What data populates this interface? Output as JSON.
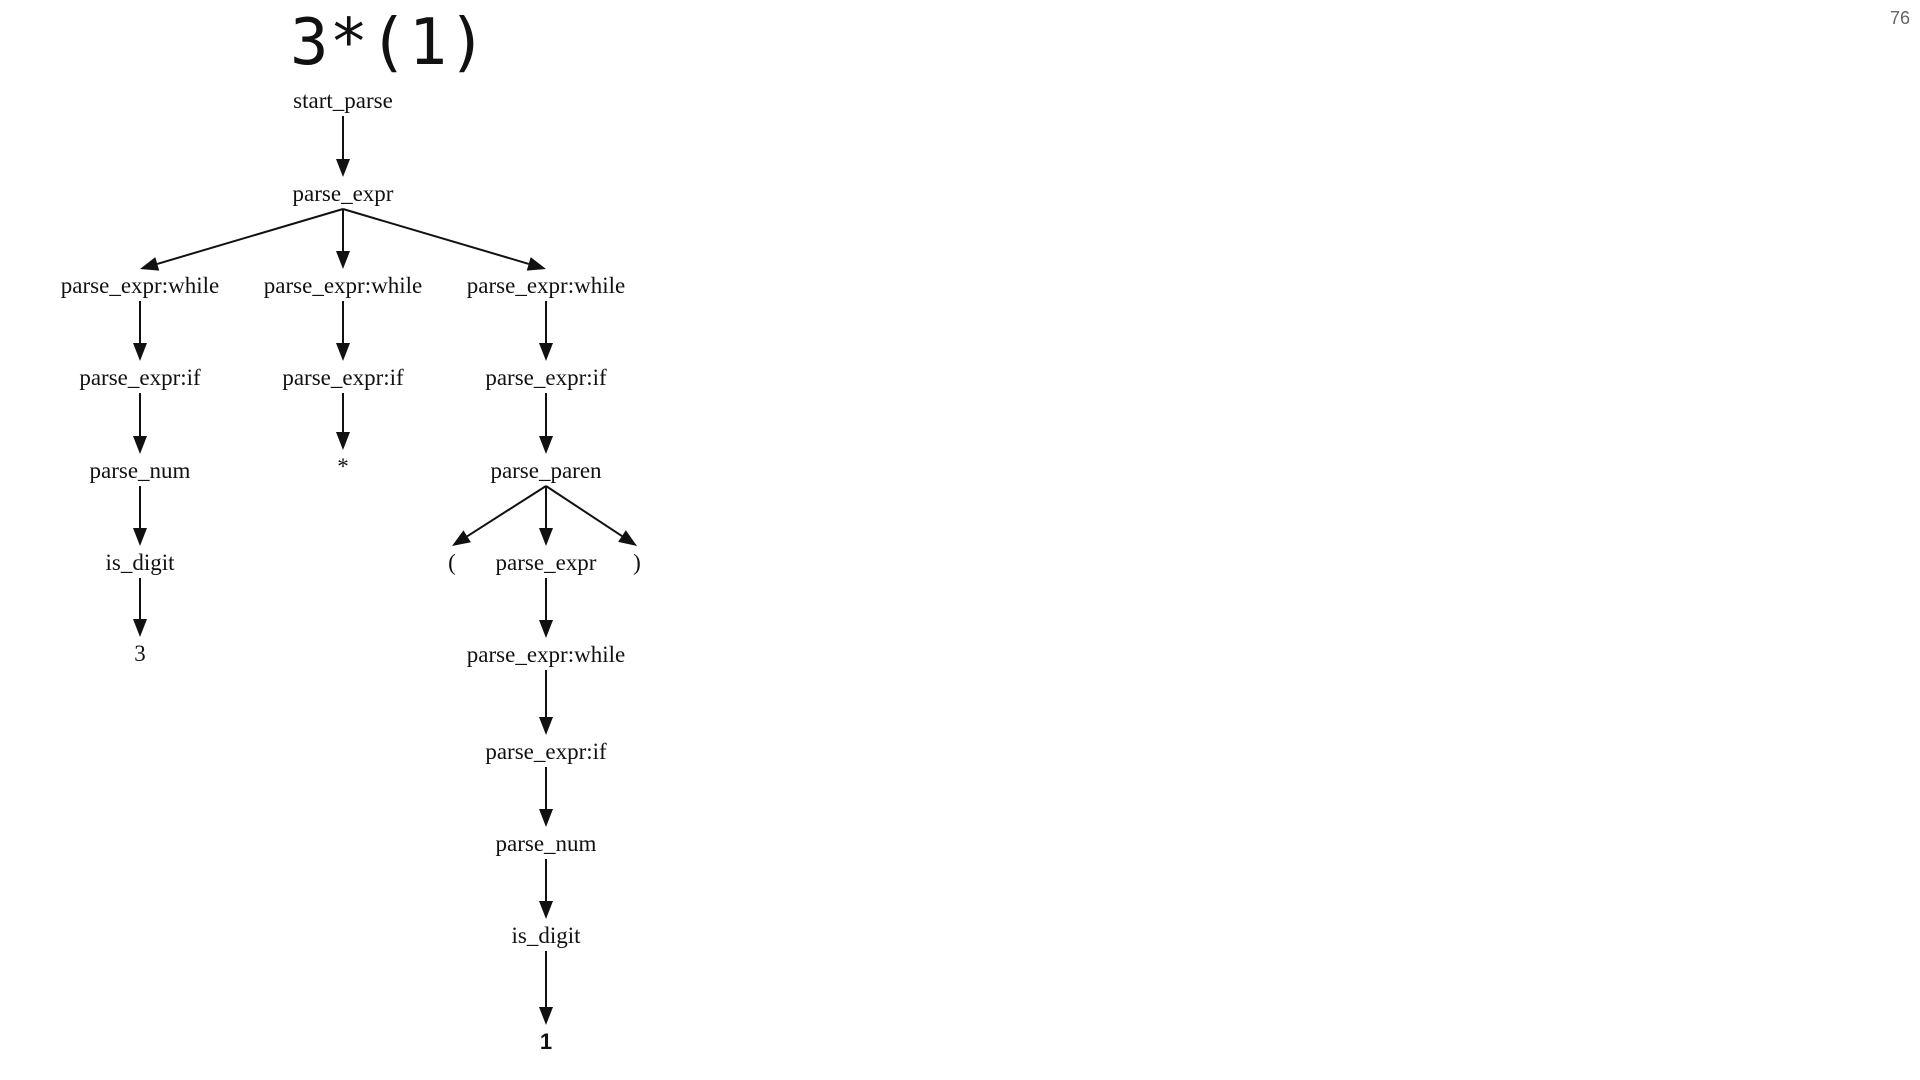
{
  "slide": {
    "number": "76",
    "expression": "3*(1)"
  },
  "tree": {
    "nodes": [
      {
        "id": "n0",
        "label": "start_parse"
      },
      {
        "id": "n1",
        "label": "parse_expr"
      },
      {
        "id": "n2",
        "label": "parse_expr:while"
      },
      {
        "id": "n3",
        "label": "parse_expr:while"
      },
      {
        "id": "n4",
        "label": "parse_expr:while"
      },
      {
        "id": "n5",
        "label": "parse_expr:if"
      },
      {
        "id": "n6",
        "label": "parse_expr:if"
      },
      {
        "id": "n7",
        "label": "parse_expr:if"
      },
      {
        "id": "n8",
        "label": "parse_num"
      },
      {
        "id": "n9",
        "label": "*"
      },
      {
        "id": "n10",
        "label": "parse_paren"
      },
      {
        "id": "n11",
        "label": "is_digit"
      },
      {
        "id": "n12",
        "label": "("
      },
      {
        "id": "n13",
        "label": "parse_expr"
      },
      {
        "id": "n14",
        "label": ")"
      },
      {
        "id": "n15",
        "label": "3"
      },
      {
        "id": "n16",
        "label": "parse_expr:while"
      },
      {
        "id": "n17",
        "label": "parse_expr:if"
      },
      {
        "id": "n18",
        "label": "parse_num"
      },
      {
        "id": "n19",
        "label": "is_digit"
      },
      {
        "id": "n20",
        "label": "1"
      }
    ],
    "edges": [
      [
        "n0",
        "n1"
      ],
      [
        "n1",
        "n2"
      ],
      [
        "n1",
        "n3"
      ],
      [
        "n1",
        "n4"
      ],
      [
        "n2",
        "n5"
      ],
      [
        "n3",
        "n6"
      ],
      [
        "n4",
        "n7"
      ],
      [
        "n5",
        "n8"
      ],
      [
        "n6",
        "n9"
      ],
      [
        "n7",
        "n10"
      ],
      [
        "n8",
        "n11"
      ],
      [
        "n10",
        "n12"
      ],
      [
        "n10",
        "n13"
      ],
      [
        "n10",
        "n14"
      ],
      [
        "n11",
        "n15"
      ],
      [
        "n13",
        "n16"
      ],
      [
        "n16",
        "n17"
      ],
      [
        "n17",
        "n18"
      ],
      [
        "n18",
        "n19"
      ],
      [
        "n19",
        "n20"
      ]
    ]
  }
}
